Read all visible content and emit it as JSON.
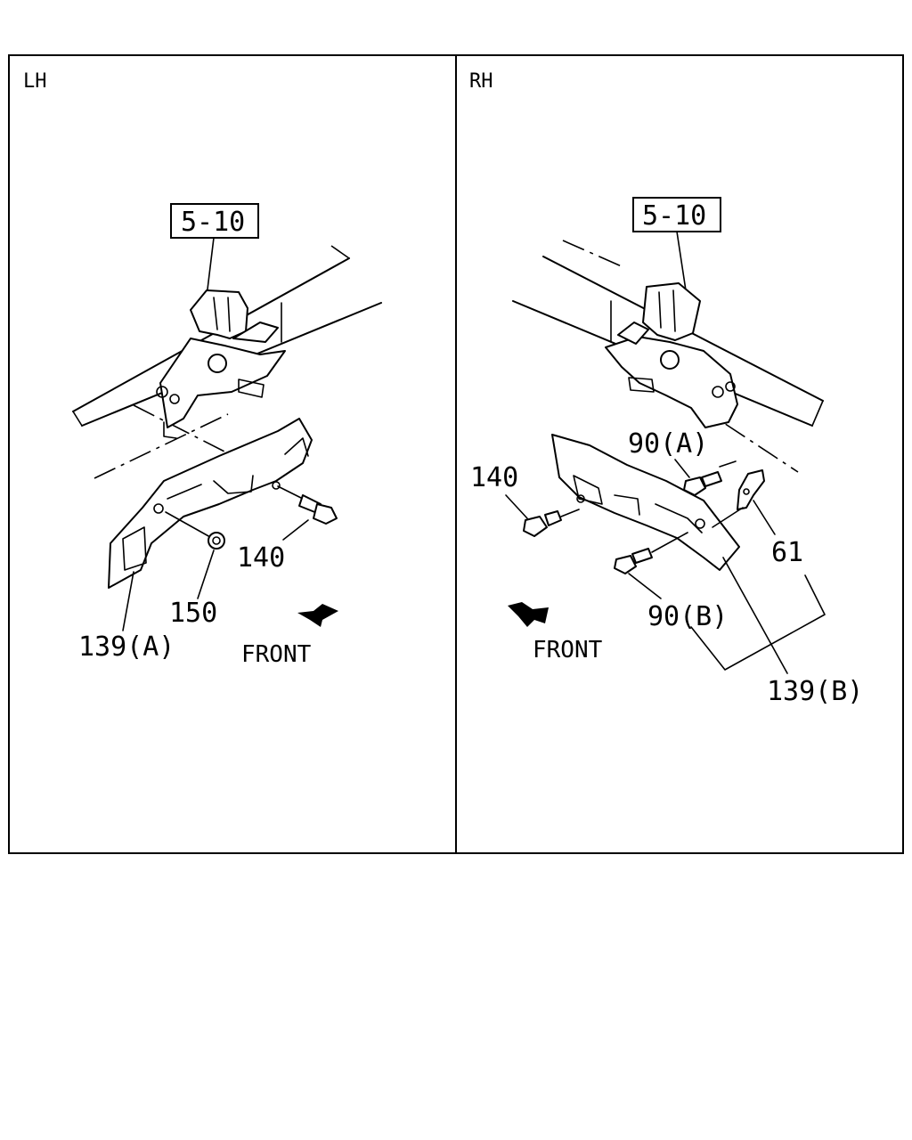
{
  "panels": [
    {
      "id": "lh",
      "heading": "LH",
      "callout": "5-10",
      "labels": {
        "p139": "139(A)",
        "p150": "150",
        "p140": "140",
        "front": "FRONT"
      }
    },
    {
      "id": "rh",
      "heading": "RH",
      "callout": "5-10",
      "labels": {
        "p140": "140",
        "p90a": "90(A)",
        "p61": "61",
        "p90b": "90(B)",
        "p139": "139(B)",
        "front": "FRONT"
      }
    }
  ],
  "icons": [
    "front-arrow-icon",
    "bolt-icon",
    "nut-icon",
    "bracket-icon"
  ]
}
